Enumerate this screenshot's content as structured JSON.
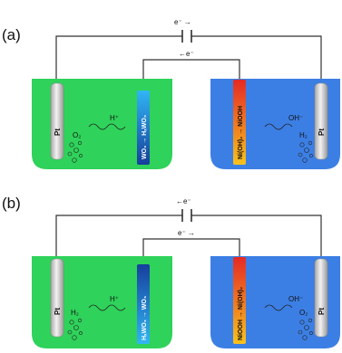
{
  "colors": {
    "left_cell": "#2fd25a",
    "right_cell": "#3c7fe4",
    "wire": "#333333",
    "pt_electrode": "#d9d9d9",
    "wo3_top": "#2a9ff0",
    "wo3_bottom": "#1a56b8",
    "niooh_top": "#e8352c",
    "niooh_bottom": "#f6b81a"
  },
  "panels": [
    {
      "label": "(a)",
      "top_electron": "e⁻ →",
      "inner_electron": "←e⁻",
      "left_pt_label": "Pt",
      "left_gas": "O₂",
      "left_ion": "H⁺",
      "wo3_label": "WO₃ → HₓWO₃",
      "niooh_label": "Ni(OH)₂ → NiOOH",
      "right_ion": "OH⁻",
      "right_gas": "H₂",
      "right_pt_label": "Pt"
    },
    {
      "label": "(b)",
      "top_electron": "←e⁻",
      "inner_electron": "e⁻ →",
      "left_pt_label": "Pt",
      "left_gas": "H₂",
      "left_ion": "H⁺",
      "wo3_label": "HₓWO₃ → WO₃",
      "niooh_label": "NiOOH → Ni(OH)₂",
      "right_ion": "OH⁻",
      "right_gas": "O₂",
      "right_pt_label": "Pt"
    }
  ]
}
